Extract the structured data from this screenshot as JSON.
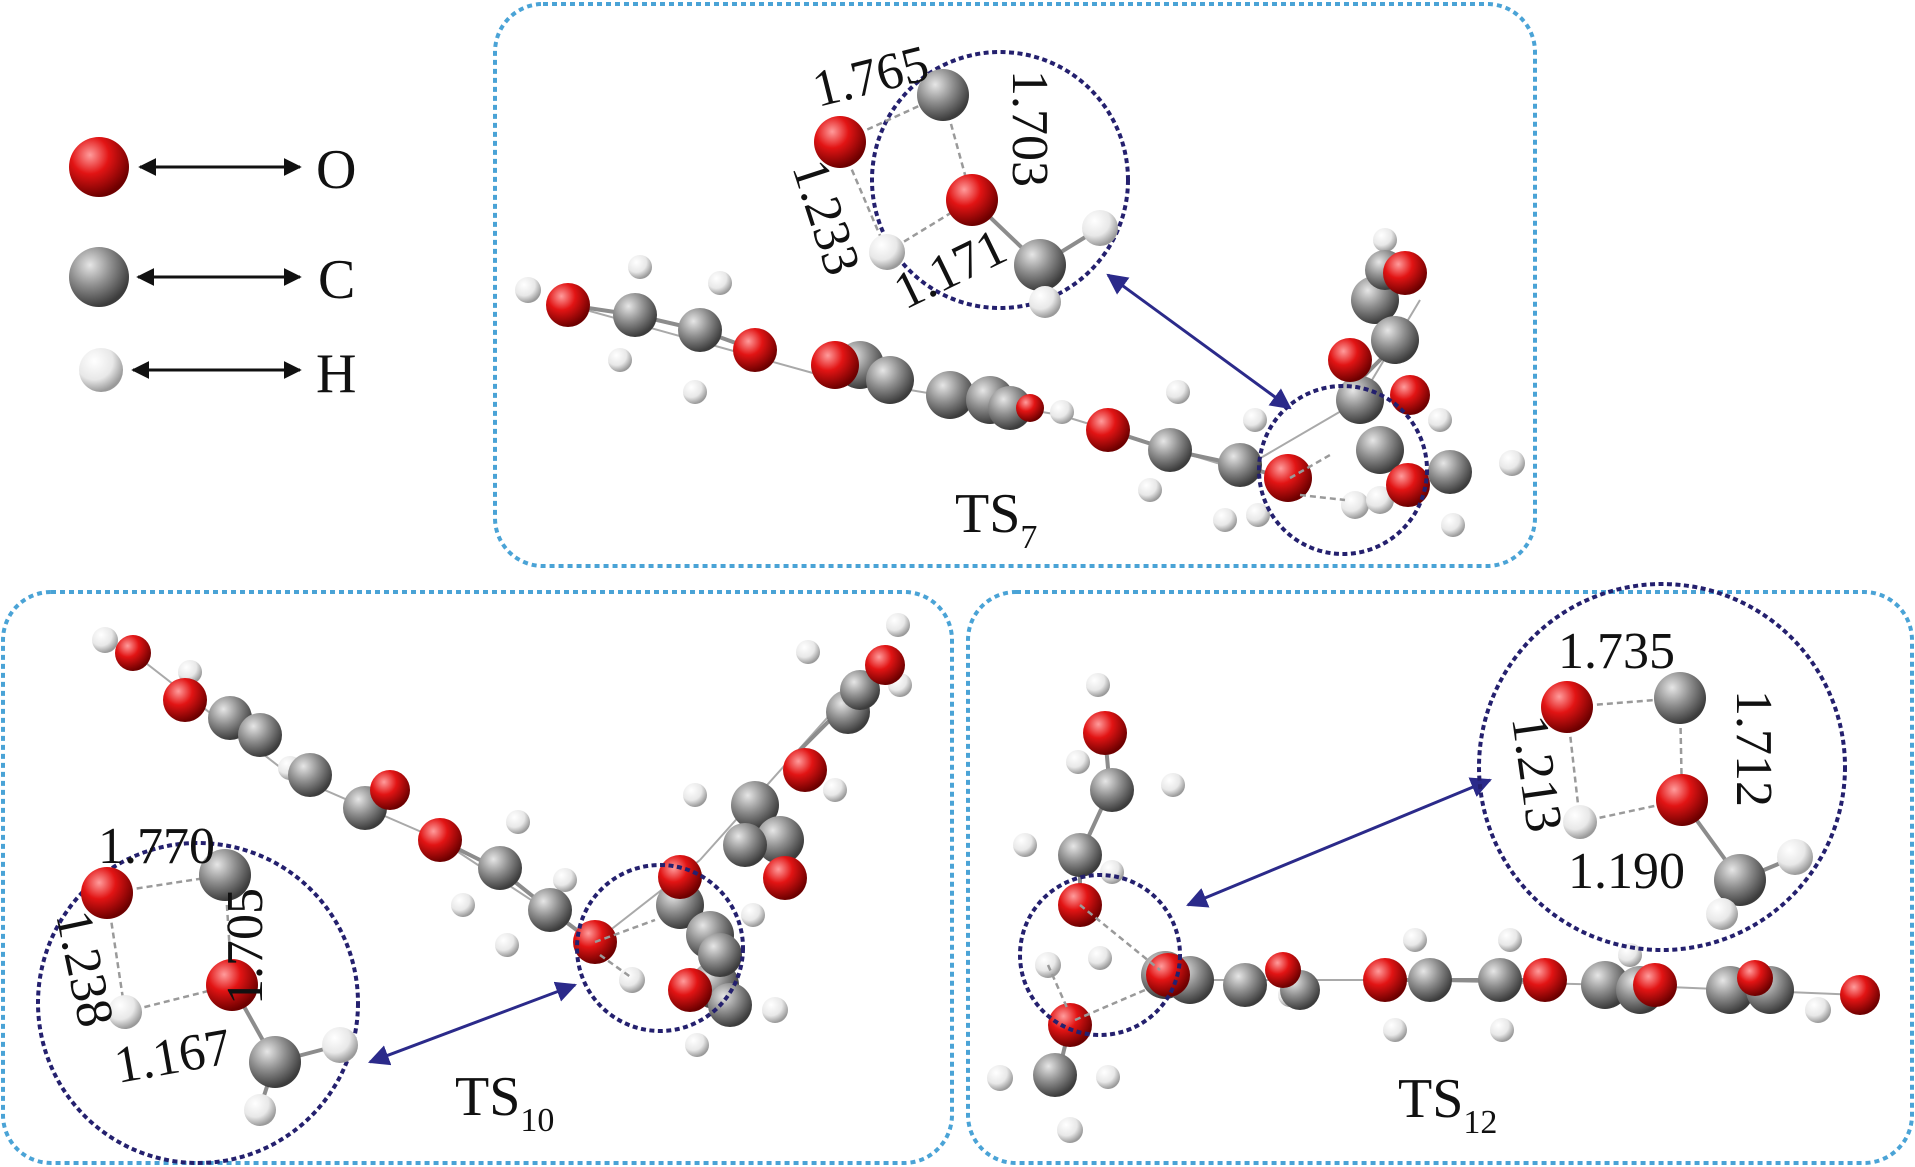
{
  "legend": [
    {
      "element": "O",
      "icon": "oxygen-atom-icon",
      "color": "#e01010"
    },
    {
      "element": "C",
      "icon": "carbon-atom-icon",
      "color": "#8a8a8a"
    },
    {
      "element": "H",
      "icon": "hydrogen-atom-icon",
      "color": "#eeeeee"
    }
  ],
  "panels": [
    {
      "id": "ts7",
      "label": "TS",
      "sub": "7",
      "distances": [
        "1.765",
        "1.703",
        "1.233",
        "1.171"
      ]
    },
    {
      "id": "ts10",
      "label": "TS",
      "sub": "10",
      "distances": [
        "1.770",
        "1.705",
        "1.238",
        "1.167"
      ]
    },
    {
      "id": "ts12",
      "label": "TS",
      "sub": "12",
      "distances": [
        "1.735",
        "1.712",
        "1.213",
        "1.190"
      ]
    }
  ],
  "colors": {
    "panel_border": "#4aa3d6",
    "zoom_ring": "#24206e",
    "arrow": "#2b2a8a"
  }
}
